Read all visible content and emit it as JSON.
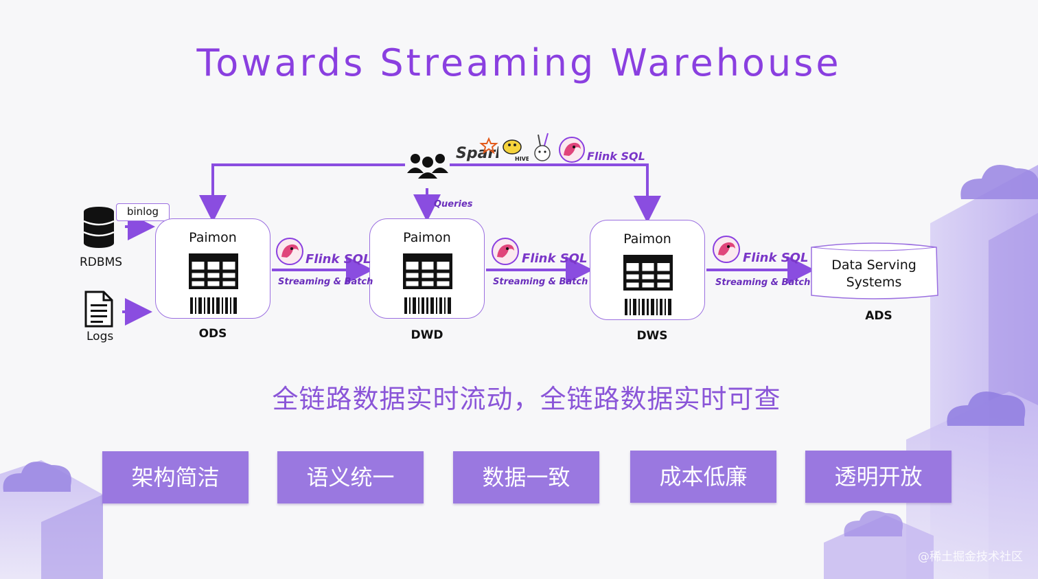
{
  "title": "Towards Streaming Warehouse",
  "sources": [
    {
      "label": "RDBMS",
      "icon": "database-icon"
    },
    {
      "label": "Logs",
      "icon": "document-icon"
    }
  ],
  "binlog_label": "binlog",
  "nodes": [
    {
      "name": "Paimon",
      "layer": "ODS"
    },
    {
      "name": "Paimon",
      "layer": "DWD"
    },
    {
      "name": "Paimon",
      "layer": "DWS"
    }
  ],
  "links": [
    {
      "engine": "Flink SQL",
      "mode": "Streaming & Batch"
    },
    {
      "engine": "Flink SQL",
      "mode": "Streaming & Batch"
    },
    {
      "engine": "Flink SQL",
      "mode": "Streaming & Batch"
    }
  ],
  "ads": {
    "line1": "Data Serving",
    "line2": "Systems",
    "layer": "ADS"
  },
  "query_bar": {
    "queries_label": "Queries",
    "tools": [
      "Spark",
      "Hive",
      "Presto",
      "Flink SQL"
    ],
    "spark_label": "Spark",
    "hive_label": "HIVE",
    "flink_label": "Flink SQL"
  },
  "slogan": "全链路数据实时流动，全链路数据实时可查",
  "features": [
    "架构简洁",
    "语义统一",
    "数据一致",
    "成本低廉",
    "透明开放"
  ],
  "watermark": "@稀土掘金技术社区",
  "colors": {
    "accent": "#8a3fe0",
    "arrow": "#8a4de0",
    "feature_bg": "#9a78e0"
  }
}
